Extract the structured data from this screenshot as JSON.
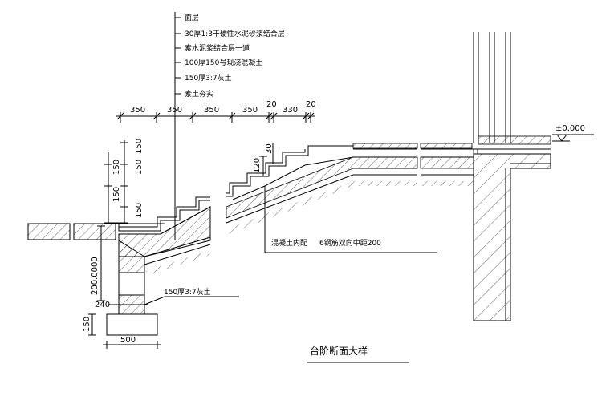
{
  "layers": [
    "面层",
    "30厚1:3干硬性水泥砂浆结合层",
    "素水泥浆结合层一道",
    "100厚150号现浇混凝土",
    "150厚3:7灰土",
    "素土夯实"
  ],
  "top_dims": [
    "350",
    "350",
    "350",
    "350",
    "20",
    "330",
    "20"
  ],
  "left_dims": {
    "riser_a": "150",
    "riser_b": "150",
    "riser_c": "150",
    "riser_d": "150",
    "riser_e": "150"
  },
  "middle_dims": {
    "d120": "120",
    "d30": "30"
  },
  "labels": {
    "rebar_note_left": "混凝土内配",
    "rebar_note_right": "6钢筋双向中距200",
    "depth": "200.0000",
    "d240": "240",
    "foot_label": "150厚3:7灰土",
    "foot_h": "150",
    "foot_w": "500",
    "elevation": "±0.000",
    "title": "台阶断面大样"
  }
}
